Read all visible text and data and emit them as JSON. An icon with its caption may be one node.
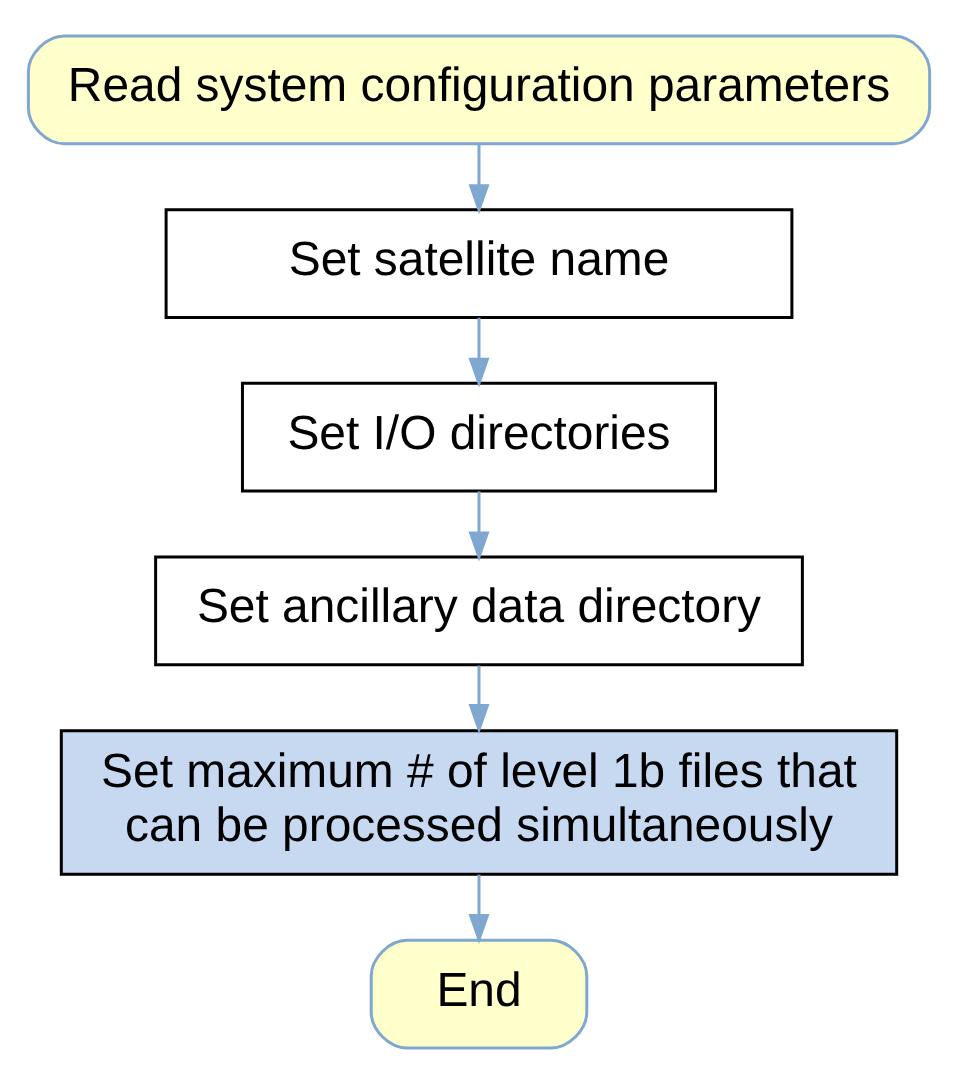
{
  "diagram": {
    "nodes": [
      {
        "text": [
          "Read system configuration parameters"
        ]
      },
      {
        "text": [
          "Set satellite name"
        ]
      },
      {
        "text": [
          "Set I/O directories"
        ]
      },
      {
        "text": [
          "Set ancillary data directory"
        ]
      },
      {
        "text": [
          "Set maximum # of level 1b files that can be processed simultaneously"
        ]
      },
      {
        "text": [
          "End"
        ]
      }
    ],
    "edges": [
      {
        "from": 0,
        "to": 1,
        "arrow": "to"
      },
      {
        "from": 1,
        "to": 2,
        "arrow": "to"
      },
      {
        "from": 2,
        "to": 3,
        "arrow": "to"
      },
      {
        "from": 3,
        "to": 4,
        "arrow": "to"
      },
      {
        "from": 4,
        "to": 5,
        "arrow": "to"
      }
    ]
  }
}
